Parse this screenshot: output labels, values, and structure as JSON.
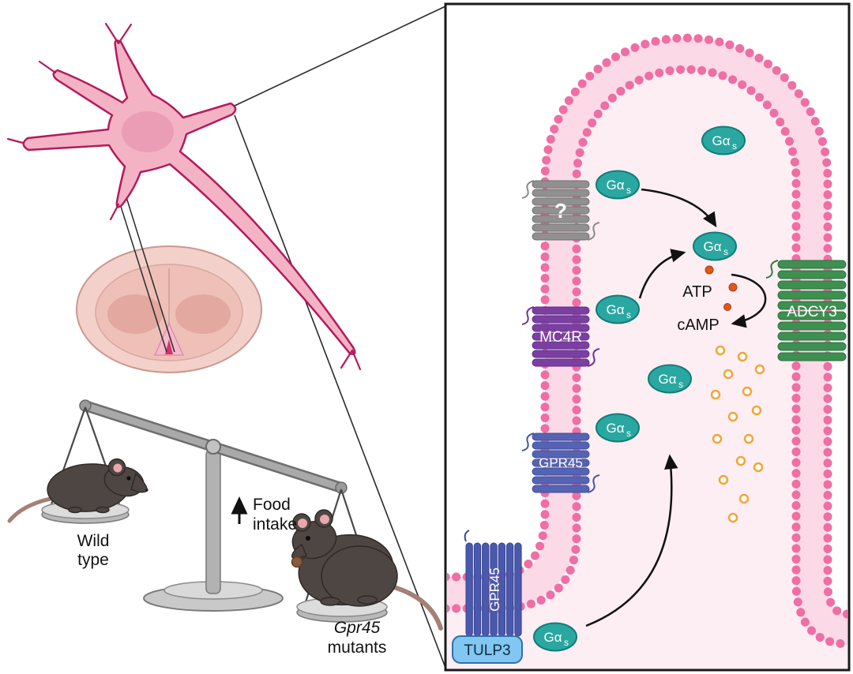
{
  "left_panel": {
    "wild_type": {
      "line1": "Wild",
      "line2": "type"
    },
    "food_intake": {
      "line1": "Food",
      "line2": "intake"
    },
    "mutants": {
      "gene": "Gpr45",
      "label": "mutants"
    }
  },
  "cilium_panel": {
    "receptors": {
      "unknown": "?",
      "mc4r": "MC4R",
      "gpr45": "GPR45",
      "adcy3": "ADCY3",
      "gpr45_base": "GPR45",
      "tulp3": "TULP3"
    },
    "molecules": {
      "g_alpha": "Gα",
      "g_alpha_sub": "s",
      "atp": "ATP",
      "camp": "cAMP"
    }
  },
  "colors": {
    "panel_border": "#1a1a1a",
    "membrane_bead": "#ef6ea4",
    "membrane_band": "#fbd9e6",
    "cell_interior": "#fdeef3",
    "receptor_unknown_gray": "#909090",
    "mc4r_purple": "#7b3fa4",
    "gpr45_blue": "#5563b5",
    "adcy3_green": "#3d9050",
    "gpr45_base_blue": "#4a59ad",
    "tulp3_blue": "#82c6f2",
    "g_alpha_teal": "#2aa7a1",
    "atp_orange": "#e2571b",
    "camp_orange": "#f2a53a",
    "neuron_pink": "#f3b3c5",
    "neuron_outline": "#b5195b",
    "brain_outer": "#f4d0ca",
    "mouse_dark": "#4e4643",
    "scale_gray": "#a9a9a9"
  }
}
